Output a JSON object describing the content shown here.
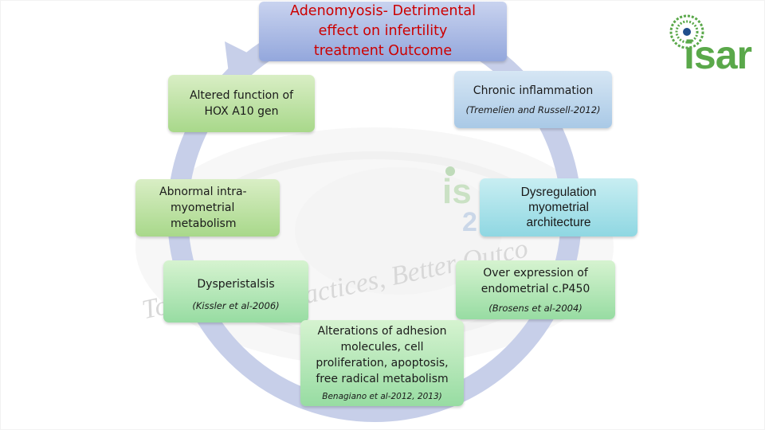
{
  "title": {
    "line1": "Adenomyosis-  Detrimental",
    "line2": "effect on infertility",
    "line3": "treatment Outcome"
  },
  "boxes": {
    "hox": {
      "line1": "Altered function of",
      "line2": "HOX A10 gen"
    },
    "inflammation": {
      "label": "Chronic inflammation",
      "citation": "(Tremelien and Russell-2012)"
    },
    "metabolism": {
      "line1": "Abnormal intra-",
      "line2": "myometrial",
      "line3": "metabolism"
    },
    "dysregulation": {
      "line1": "Dysregulation",
      "line2": "myometrial",
      "line3": "architecture"
    },
    "dysperistalsis": {
      "label": "Dysperistalsis",
      "citation": "(Kissler et al-2006)"
    },
    "overexpression": {
      "line1": "Over expression of",
      "line2": "endometrial c.P450",
      "citation": "(Brosens et al-2004)"
    },
    "adhesion": {
      "line1": "Alterations of adhesion",
      "line2": "molecules, cell",
      "line3": "proliferation, apoptosis,",
      "line4": "free radical metabolism",
      "citation": "Benagiano et al-2012, 2013)"
    }
  },
  "logo": {
    "text": "isar"
  },
  "watermark": {
    "line1": "Tow",
    "line2": "Practices, Better Outco"
  },
  "colors": {
    "title_text": "#cc0000",
    "cycle_arrow": "#c7cfe9",
    "logo_green": "#5aa84a",
    "logo_blue": "#1f4e8c"
  }
}
